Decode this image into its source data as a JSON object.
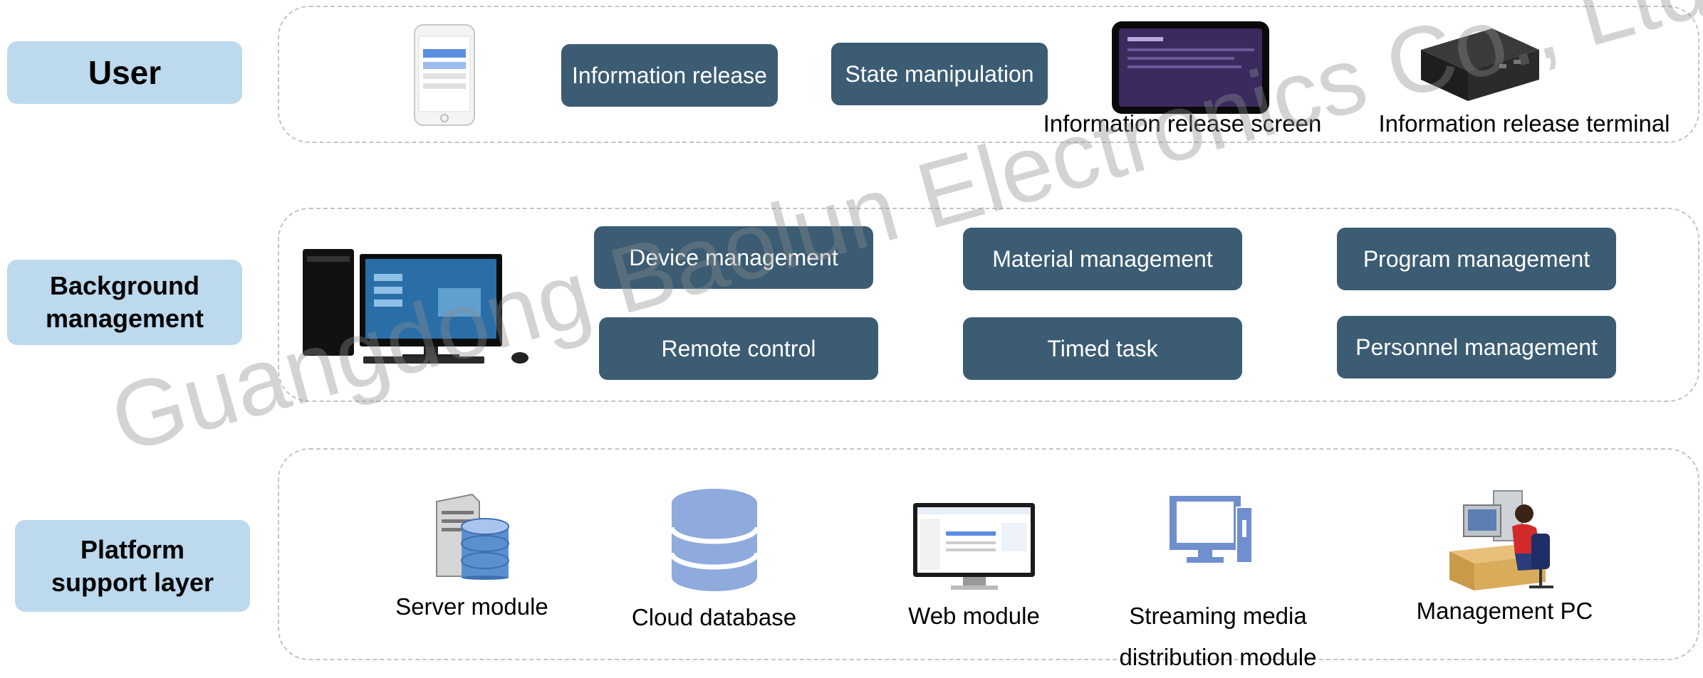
{
  "layers": {
    "user": "User",
    "background": "Background management",
    "platform": "Platform support layer"
  },
  "user_row": {
    "info_release_button": "Information release",
    "state_manipulation_button": "State manipulation",
    "screen_caption": "Information release screen",
    "terminal_caption": "Information release terminal"
  },
  "background_row": {
    "device_management": "Device management",
    "material_management": "Material management",
    "program_management": "Program management",
    "remote_control": "Remote control",
    "timed_task": "Timed task",
    "personnel_management": "Personnel management"
  },
  "platform_row": {
    "server_module": "Server module",
    "cloud_database": "Cloud database",
    "web_module": "Web module",
    "streaming_module": "Streaming media distribution module",
    "management_pc": "Management PC"
  },
  "watermark": "Guangdong Baolun Electronics Co., Ltd.",
  "colors": {
    "label_bg": "#bcd9ee",
    "box_bg": "#3b5c73",
    "database_blue": "#8faadc",
    "monitor_blue": "#6f8fcf"
  },
  "icons": [
    "smartphone-icon",
    "display-screen-icon",
    "terminal-box-icon",
    "desktop-computer-icon",
    "server-database-icon",
    "cloud-database-icon",
    "web-monitor-icon",
    "streaming-computer-icon",
    "management-pc-icon"
  ]
}
